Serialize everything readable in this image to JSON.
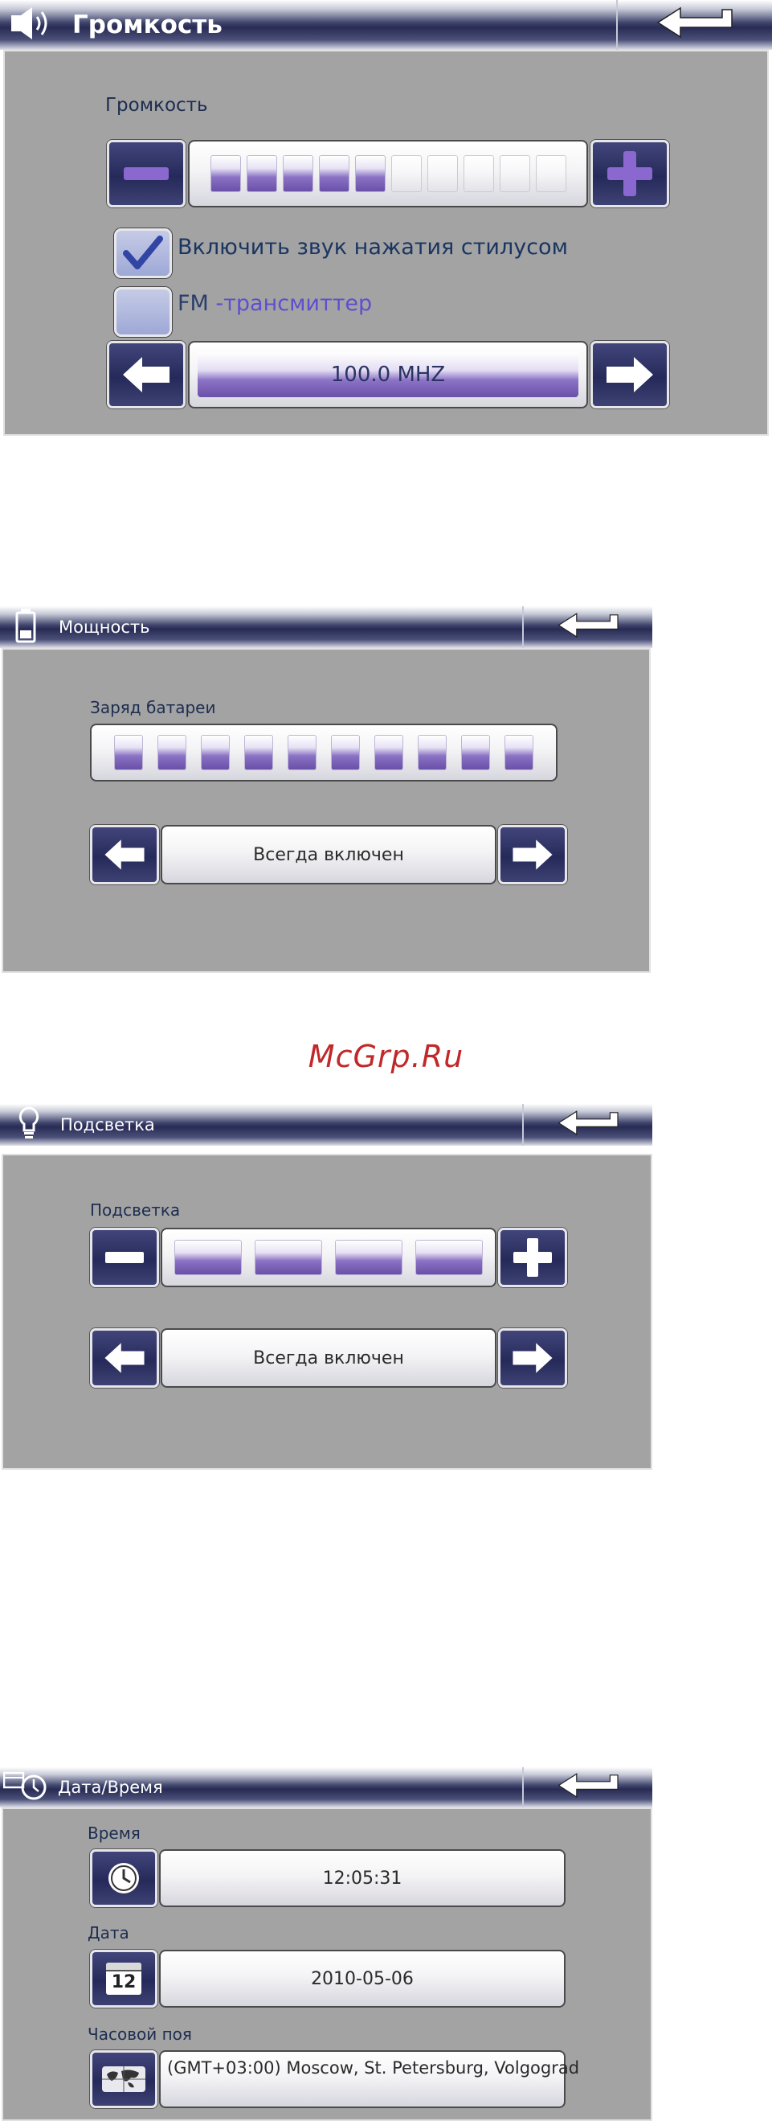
{
  "volume_screen": {
    "title": "Громкость",
    "section_label": "Громкость",
    "level_segments": [
      1,
      1,
      1,
      1,
      1,
      0,
      0,
      0,
      0,
      0
    ],
    "stylus_sound": {
      "label": "Включить звук нажатия стилусом",
      "checked": true
    },
    "fm": {
      "label_prefix": "FM",
      "label_suffix": " -трансмиттер",
      "checked": false
    },
    "frequency": "100.0 MHZ"
  },
  "power_screen": {
    "title": "Мощность",
    "battery_label": "Заряд батареи",
    "battery_segments": [
      1,
      1,
      1,
      1,
      1,
      1,
      1,
      1,
      1,
      1
    ],
    "mode_value": "Всегда включен"
  },
  "watermark": "McGrp.Ru",
  "backlight_screen": {
    "title": "Подсветка",
    "section_label": "Подсветка",
    "level_segments": [
      1,
      1,
      1,
      1
    ],
    "mode_value": "Всегда включен"
  },
  "datetime_screen": {
    "title": "Дата/Время",
    "time_label": "Время",
    "time_value": "12:05:31",
    "date_label": "Дата",
    "date_value": "2010-05-06",
    "calendar_icon_text": "12",
    "timezone_label": "Часовой поя",
    "timezone_value": "(GMT+03:00) Moscow, St. Petersburg, Volgograd"
  },
  "colors": {
    "panel_bg": "#a3a3a3",
    "accent": "#7a5cbf",
    "title_bar": "#282c55",
    "watermark": "#c0282a"
  }
}
